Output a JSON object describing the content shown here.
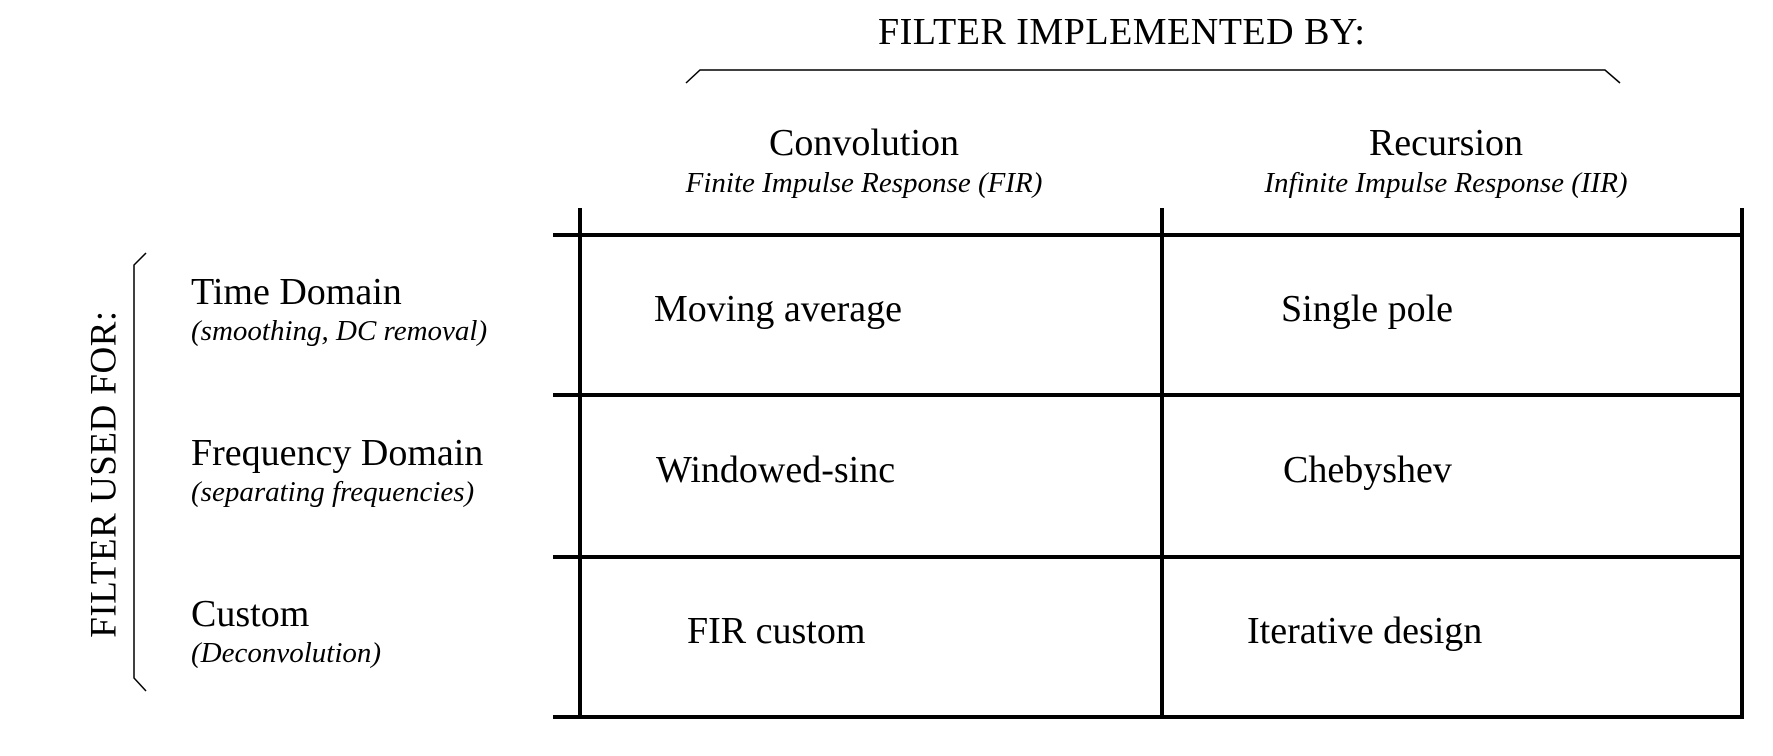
{
  "top_title": "FILTER IMPLEMENTED BY:",
  "side_title": "FILTER USED FOR:",
  "columns": [
    {
      "title": "Convolution",
      "subtitle": "Finite Impulse Response (FIR)"
    },
    {
      "title": "Recursion",
      "subtitle": "Infinite Impulse Response (IIR)"
    }
  ],
  "rows": [
    {
      "title": "Time Domain",
      "subtitle": "(smoothing, DC removal)",
      "cells": [
        "Moving average",
        "Single pole"
      ]
    },
    {
      "title": "Frequency Domain",
      "subtitle": "(separating frequencies)",
      "cells": [
        "Windowed-sinc",
        "Chebyshev"
      ]
    },
    {
      "title": "Custom",
      "subtitle": "(Deconvolution)",
      "cells": [
        "FIR custom",
        "Iterative design"
      ]
    }
  ]
}
